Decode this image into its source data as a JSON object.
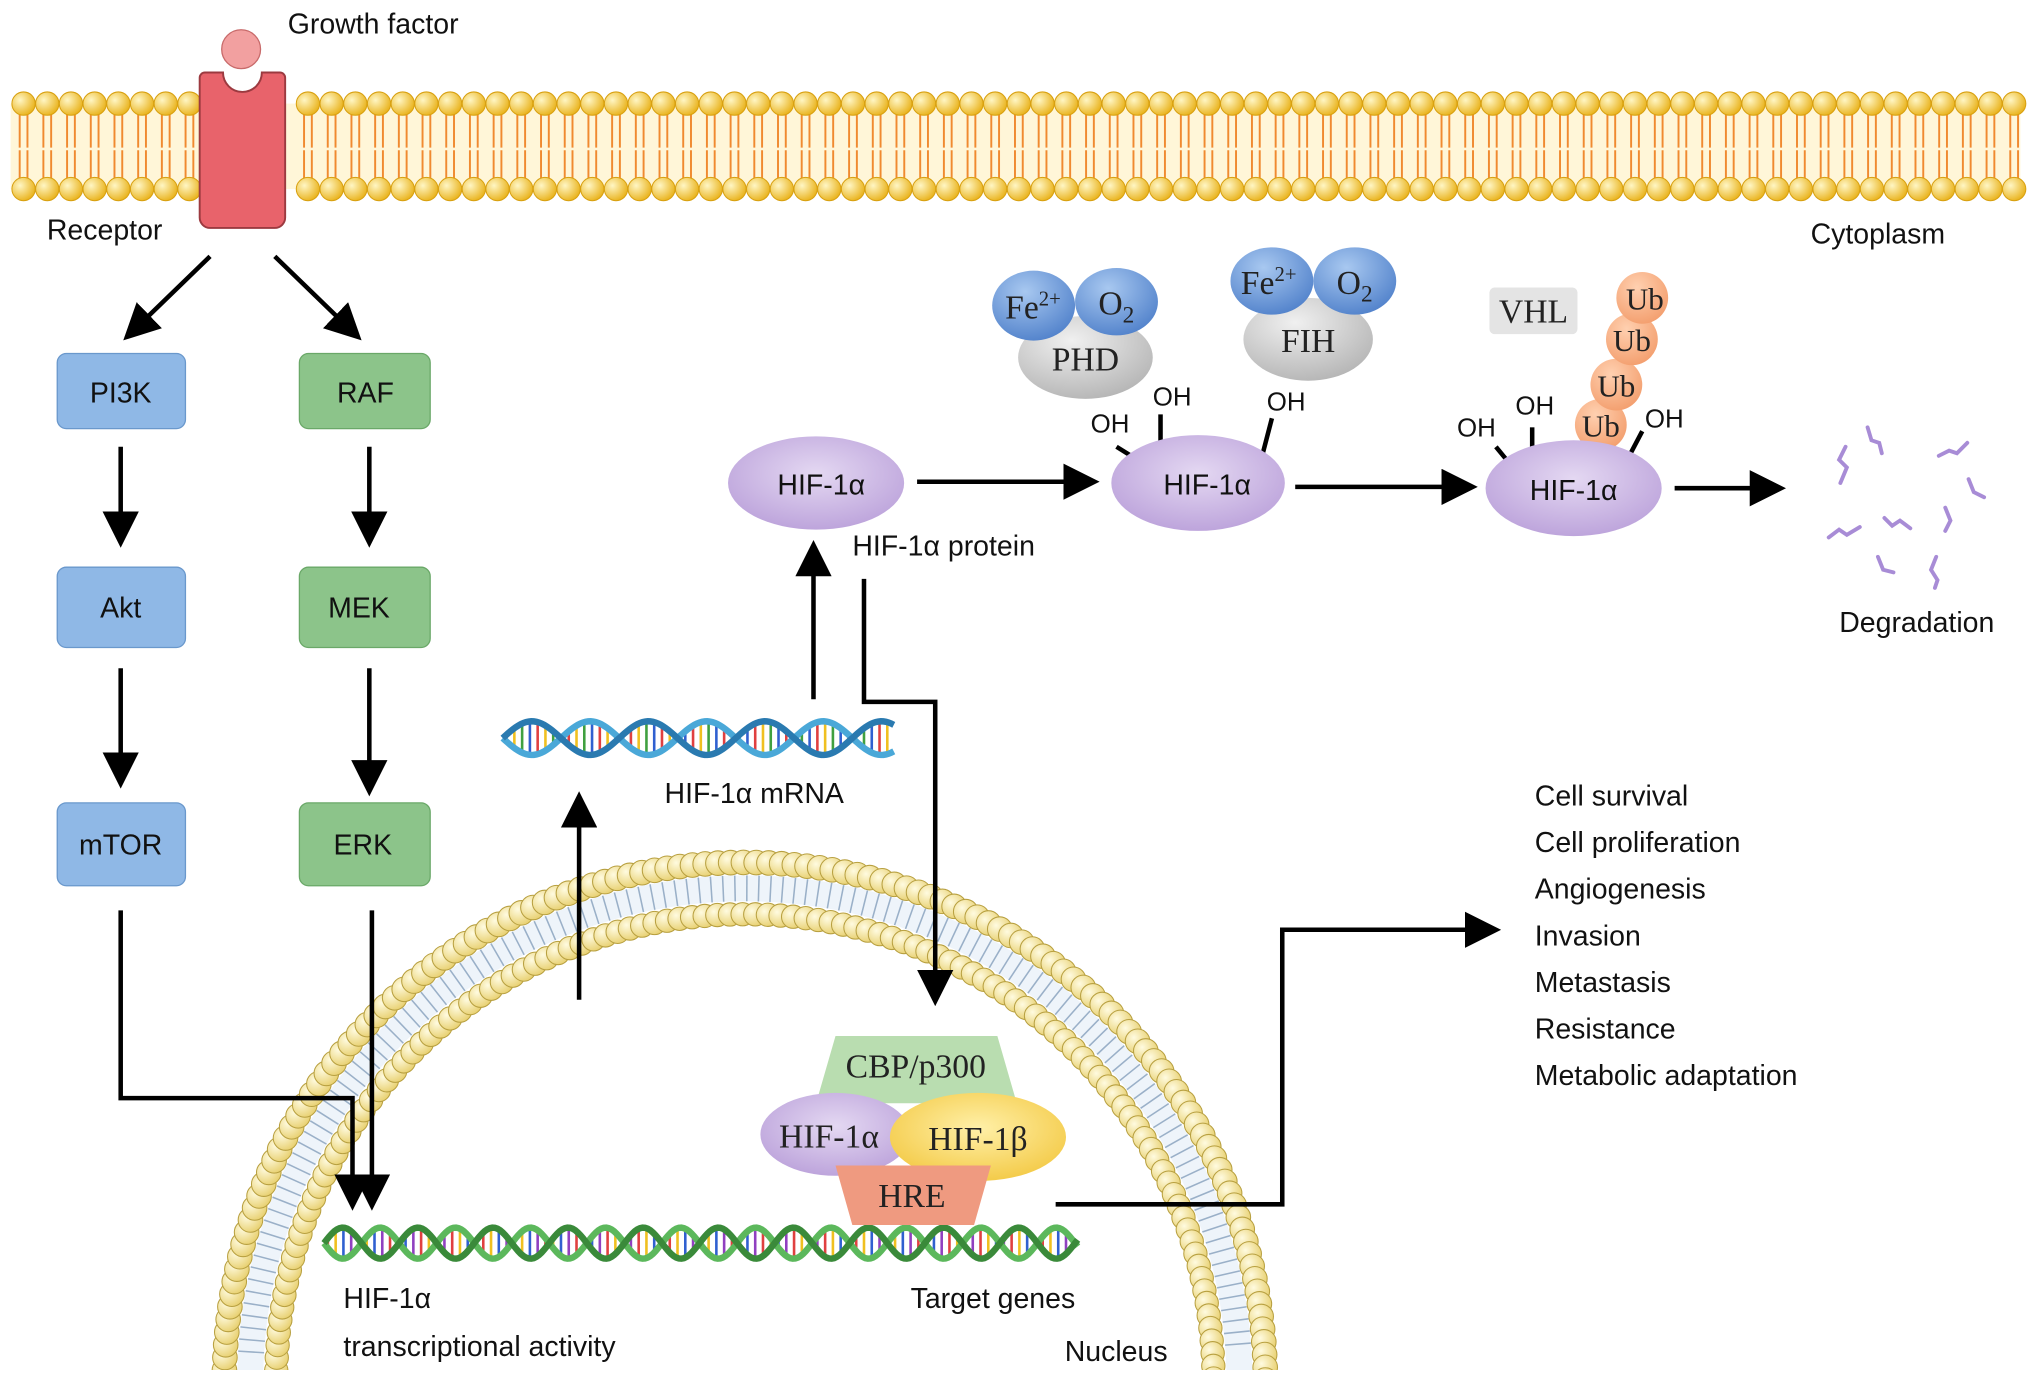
{
  "labels": {
    "growth_factor": "Growth factor",
    "receptor": "Receptor",
    "cytoplasm": "Cytoplasm",
    "nucleus": "Nucleus",
    "hif_protein": "HIF-1α protein",
    "hif_mrna": "HIF-1α mRNA",
    "degradation": "Degradation",
    "transcription_line1": "HIF-1α",
    "transcription_line2": "transcriptional activity",
    "target_genes": "Target genes"
  },
  "pathways": {
    "pi3k": [
      "PI3K",
      "Akt",
      "mTOR"
    ],
    "mapk": [
      "RAF",
      "MEK",
      "ERK"
    ]
  },
  "hif": {
    "hif1a": "HIF-1α",
    "hif1b": "HIF-1β",
    "cbp": "CBP/p300",
    "hre": "HRE",
    "phd": "PHD",
    "fih": "FIH",
    "vhl": "VHL",
    "fe": "Fe",
    "fe_sup": "2+",
    "o": "O",
    "o_sub": "2",
    "oh": "OH",
    "ub": "Ub"
  },
  "outcomes": [
    "Cell survival",
    "Cell proliferation",
    "Angiogenesis",
    "Invasion",
    "Metastasis",
    "Resistance",
    "Metabolic adaptation"
  ],
  "colors": {
    "pi3k_box": "#8fb8e6",
    "mapk_box": "#8cc48a",
    "hif1a": "#c6b2e0",
    "hif1b": "#f5cf55",
    "cbp": "#b9ddb0",
    "hre": "#ef9a80",
    "receptor": "#e8636b",
    "lipid_head": "#f2c232",
    "ub": "#f5a878"
  }
}
